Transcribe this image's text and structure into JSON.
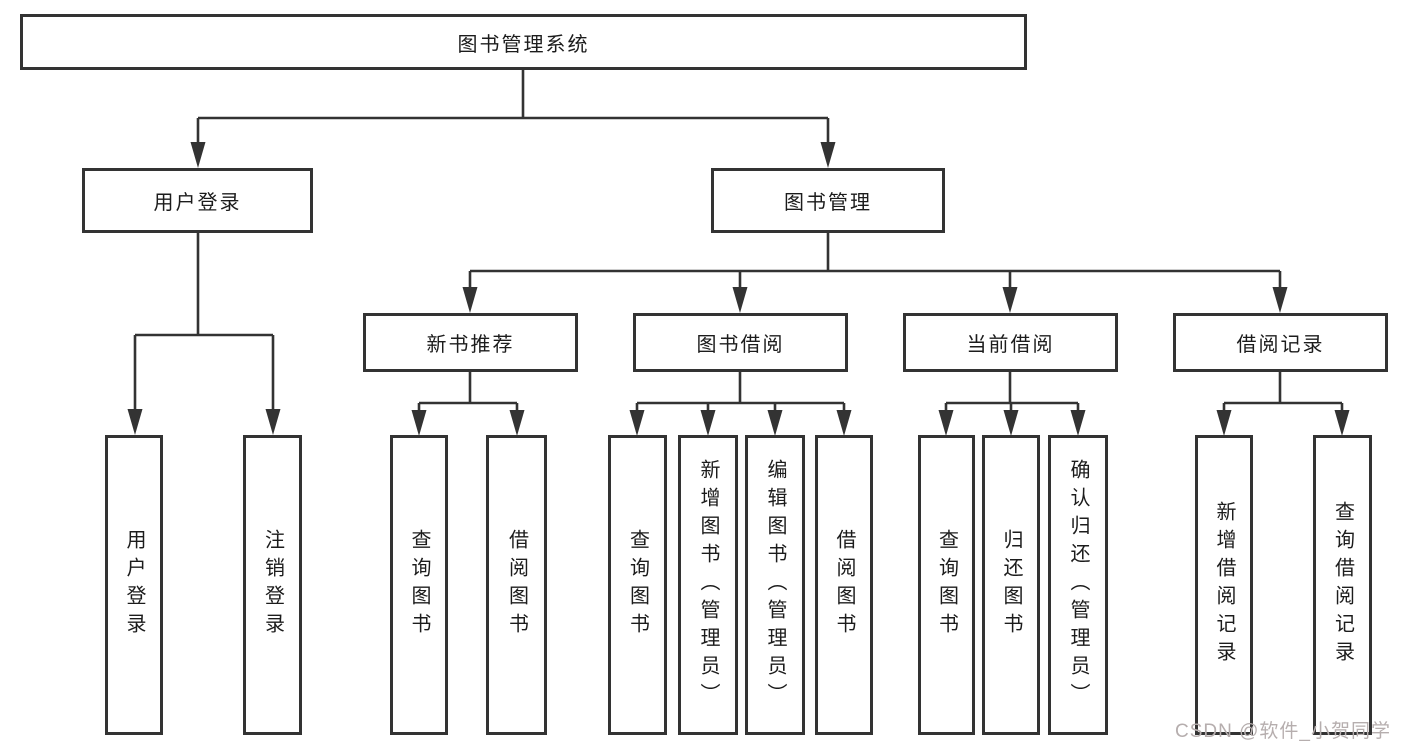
{
  "tree": {
    "root": {
      "label": "图书管理系统"
    },
    "branches": [
      {
        "label": "用户登录",
        "children": [
          {
            "label": "用户登录"
          },
          {
            "label": "注销登录"
          }
        ]
      },
      {
        "label": "图书管理",
        "groups": [
          {
            "label": "新书推荐",
            "children": [
              {
                "label": "查询图书"
              },
              {
                "label": "借阅图书"
              }
            ]
          },
          {
            "label": "图书借阅",
            "children": [
              {
                "label": "查询图书"
              },
              {
                "label": "新增图书（管理员）"
              },
              {
                "label": "编辑图书（管理员）"
              },
              {
                "label": "借阅图书"
              }
            ]
          },
          {
            "label": "当前借阅",
            "children": [
              {
                "label": "查询图书"
              },
              {
                "label": "归还图书"
              },
              {
                "label": "确认归还（管理员）"
              }
            ]
          },
          {
            "label": "借阅记录",
            "children": [
              {
                "label": "新增借阅记录"
              },
              {
                "label": "查询借阅记录"
              }
            ]
          }
        ]
      }
    ]
  },
  "watermark": {
    "text": "CSDN @软件_小贺同学"
  },
  "colors": {
    "line": "#333333",
    "box_border": "#333333",
    "text": "#1c1c1c",
    "watermark": "#b6aeae",
    "background": "#ffffff"
  }
}
